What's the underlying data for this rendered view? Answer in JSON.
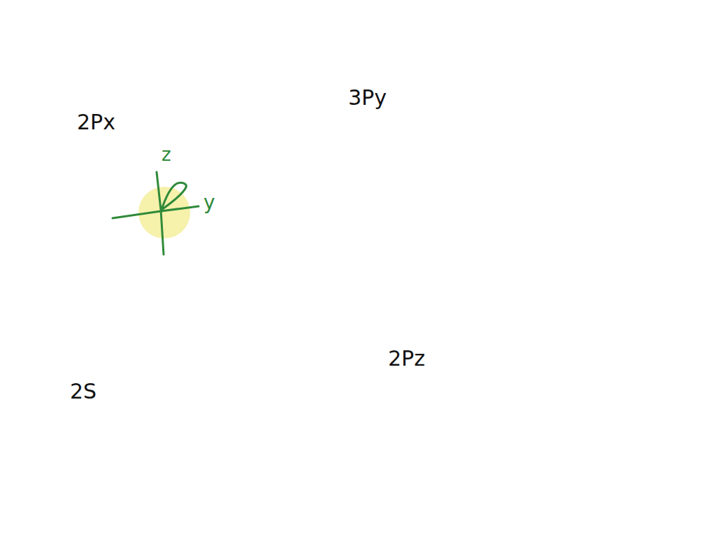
{
  "diagram": {
    "labels": [
      "2Px",
      "3Py",
      "z",
      "y",
      "2S",
      "2Pz"
    ]
  }
}
